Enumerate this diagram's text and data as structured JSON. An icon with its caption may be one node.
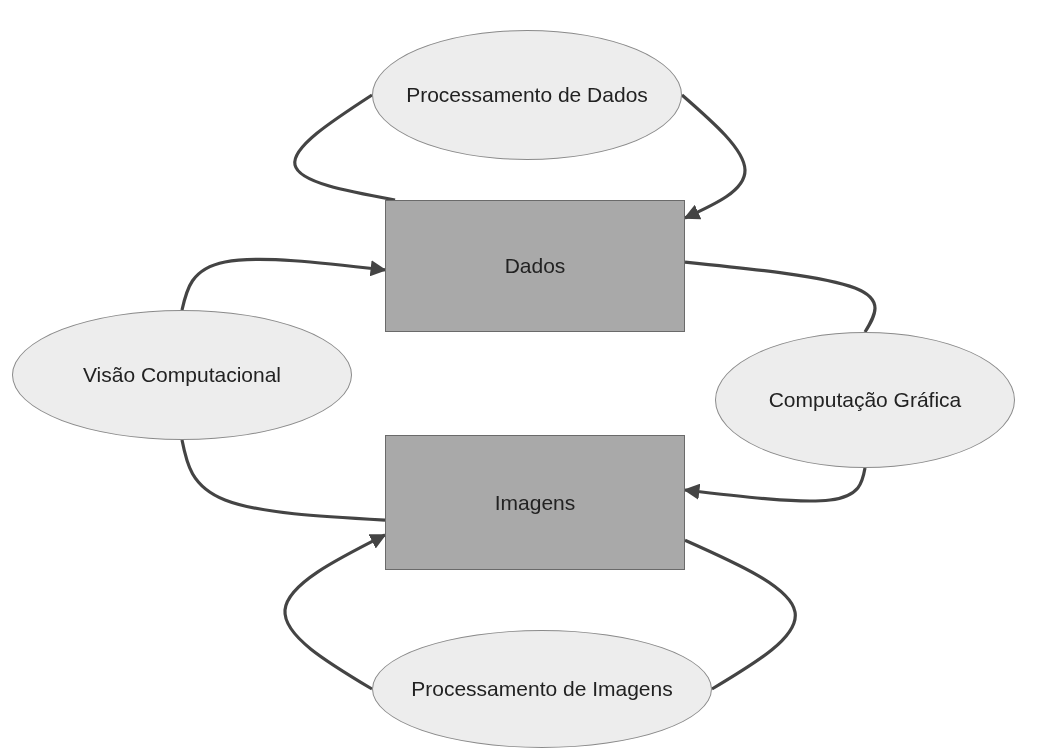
{
  "diagram": {
    "nodes": [
      {
        "text": [
          "Processamento de Dados"
        ]
      },
      {
        "text": [
          "Dados"
        ]
      },
      {
        "text": [
          "Visão Computacional"
        ]
      },
      {
        "text": [
          "Computação Gráfica"
        ]
      },
      {
        "text": [
          "Imagens"
        ]
      },
      {
        "text": [
          "Processamento de Imagens"
        ]
      }
    ],
    "edges": [
      {
        "from": 1,
        "to": 0,
        "arrow": "none"
      },
      {
        "from": 0,
        "to": 1,
        "arrow": "to"
      },
      {
        "from": 2,
        "to": 1,
        "arrow": "to"
      },
      {
        "from": 4,
        "to": 2,
        "arrow": "none"
      },
      {
        "from": 1,
        "to": 3,
        "arrow": "none"
      },
      {
        "from": 3,
        "to": 4,
        "arrow": "to"
      },
      {
        "from": 5,
        "to": 4,
        "arrow": "to"
      },
      {
        "from": 4,
        "to": 5,
        "arrow": "none"
      }
    ]
  }
}
